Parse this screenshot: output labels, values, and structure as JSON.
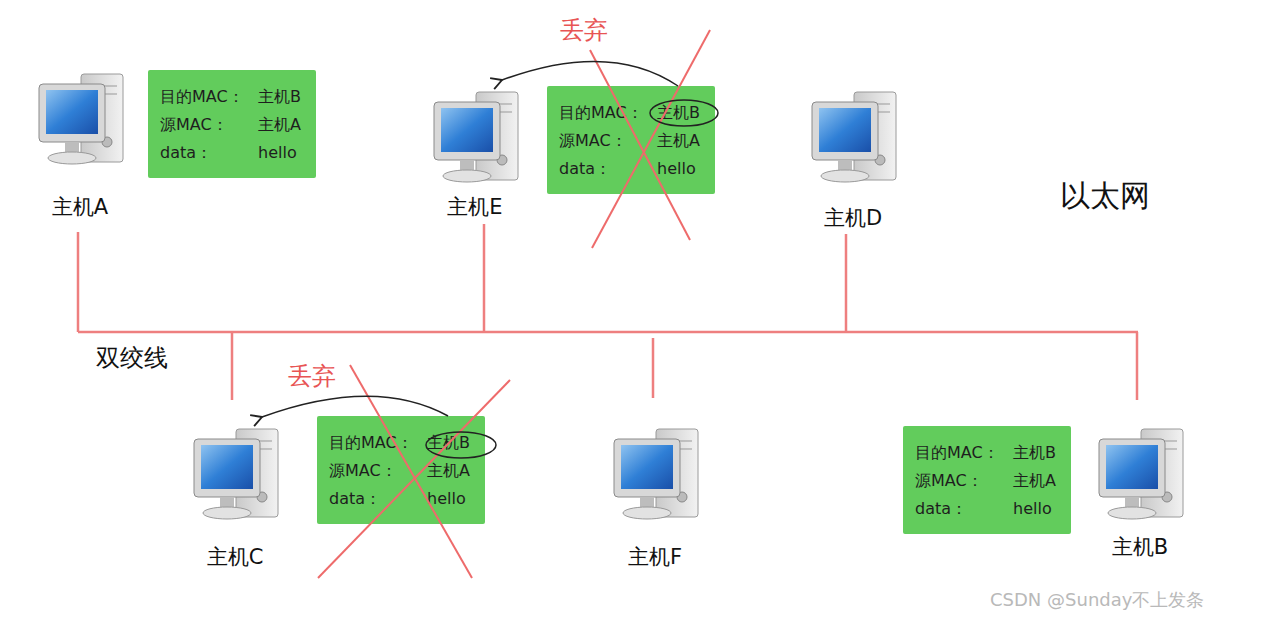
{
  "diagram": {
    "nodes": [
      {
        "text": [
          "主机A"
        ]
      },
      {
        "text": [
          "目的MAC：",
          "主机B",
          "源MAC：",
          "主机A",
          "data：",
          "hello"
        ]
      },
      {
        "text": [
          "主机E"
        ]
      },
      {
        "text": [
          "目的MAC：",
          "主机B",
          "源MAC：",
          "主机A",
          "data：",
          "hello"
        ]
      },
      {
        "text": [
          "主机D"
        ]
      },
      {
        "text": [
          "主机C"
        ]
      },
      {
        "text": [
          "目的MAC：",
          "主机B",
          "源MAC：",
          "主机A",
          "data：",
          "hello"
        ]
      },
      {
        "text": [
          "主机F"
        ]
      },
      {
        "text": [
          "目的MAC：",
          "主机B",
          "源MAC：",
          "主机A",
          "data：",
          "hello"
        ]
      },
      {
        "text": [
          "主机B"
        ]
      }
    ],
    "edges": [
      {
        "from": 3,
        "to": 2,
        "arrow": "to"
      },
      {
        "from": 6,
        "to": 5,
        "arrow": "to"
      }
    ],
    "labels": [
      "以太网",
      "双绞线",
      "丢弃",
      "丢弃",
      "CSDN @Sunday不上发条"
    ]
  }
}
